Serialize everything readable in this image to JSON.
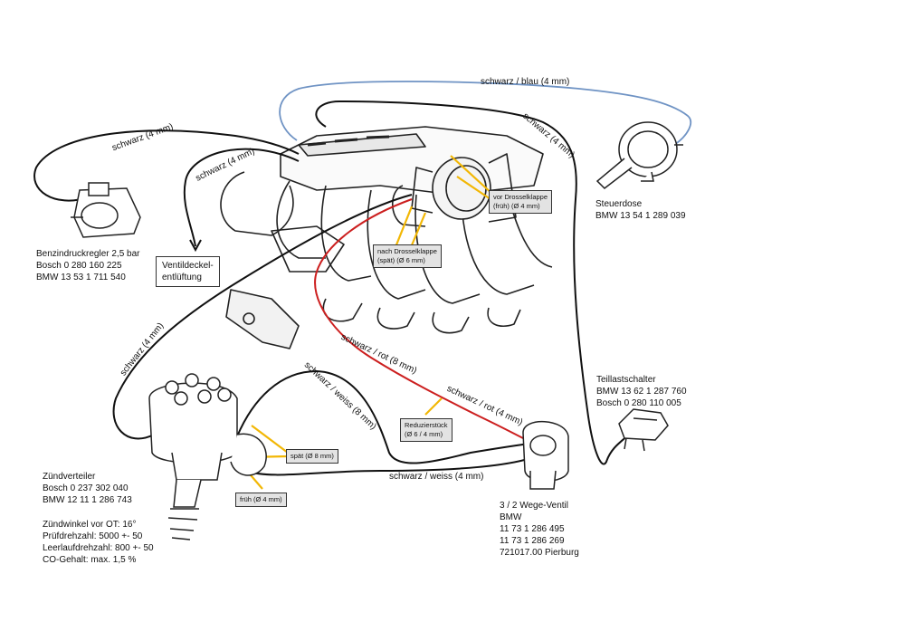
{
  "hoses": {
    "blue": "schwarz / blau (4 mm)",
    "fuel_reg": "schwarz (4 mm)",
    "vent": "schwarz (4 mm)",
    "steuer": "schwarz (4 mm)",
    "dist_adv": "schwarz (4 mm)",
    "red8": "schwarz / rot (8 mm)",
    "red4": "schwarz / rot (4 mm)",
    "white8": "schwarz / weiss (8 mm)",
    "white4": "schwarz / weiss (4 mm)"
  },
  "callouts": {
    "vor_line1": "vor Drosselklappe",
    "vor_line2": "(früh) (Ø 4 mm)",
    "nach_line1": "nach Drosselklappe",
    "nach_line2": "(spät) (Ø 6 mm)",
    "red_line1": "Reduzierstück",
    "red_line2": "(Ø 6 / 4 mm)",
    "spaet": "spät (Ø 8 mm)",
    "frueh": "früh (Ø 4 mm)"
  },
  "vent_box": [
    "Ventildeckel-",
    "entlüftung"
  ],
  "components": {
    "benzin": [
      "Benzindruckregler 2,5 bar",
      "Bosch 0 280 160 225",
      "BMW 13 53 1 711 540"
    ],
    "steuerdose": [
      "Steuerdose",
      "BMW 13 54 1 289 039"
    ],
    "teillast": [
      "Teillastschalter",
      "BMW 13 62 1 287 760",
      "Bosch 0 280 110 005"
    ],
    "zuend": [
      "Zündverteiler",
      "Bosch 0 237 302 040",
      "BMW 12 11 1 286 743"
    ],
    "zuend_specs": [
      "Zündwinkel vor OT: 16°",
      "Prüfdrehzahl: 5000 +- 50",
      "Leerlaufdrehzahl: 800 +- 50",
      "CO-Gehalt: max. 1,5 %"
    ],
    "ventil": [
      "3 / 2 Wege-Ventil",
      "BMW",
      "11 73 1 286 495",
      "11 73 1 286 269",
      "721017.00 Pierburg"
    ]
  },
  "colors": {
    "hose_black": "#111111",
    "hose_blue": "#6f93c4",
    "hose_red": "#cc1f1f",
    "pointer_yellow": "#f2b705",
    "callout_fill": "#e3e3e3"
  }
}
